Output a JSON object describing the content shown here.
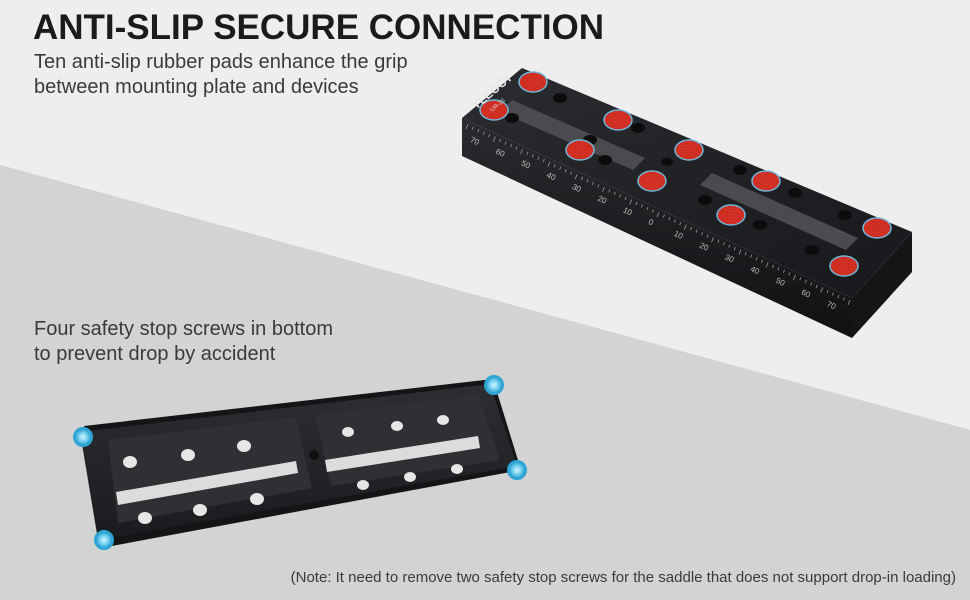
{
  "headline": "ANTI-SLIP SECURE CONNECTION",
  "top_caption": {
    "line1": "Ten anti-slip rubber pads enhance the grip",
    "line2": "between mounting plate and devices"
  },
  "bottom_caption": {
    "line1": "Four safety stop screws in bottom",
    "line2": "to prevent drop by accident"
  },
  "note": "(Note: It need to remove two safety stop screws for the saddle that does not support drop-in loading)",
  "plate": {
    "brand": "YLEOCT",
    "model": "UR-23",
    "scale_left": [
      "70",
      "60",
      "50",
      "40",
      "30",
      "20",
      "10",
      "0",
      "10",
      "20",
      "30",
      "40",
      "50",
      "60",
      "70"
    ]
  },
  "colors": {
    "pad_red": "#e8392d",
    "screw_blue": "#4cc3e6",
    "plate_black": "#1e1f22",
    "background_light": "#eeeeee",
    "background_mid": "#d0d0d0"
  }
}
